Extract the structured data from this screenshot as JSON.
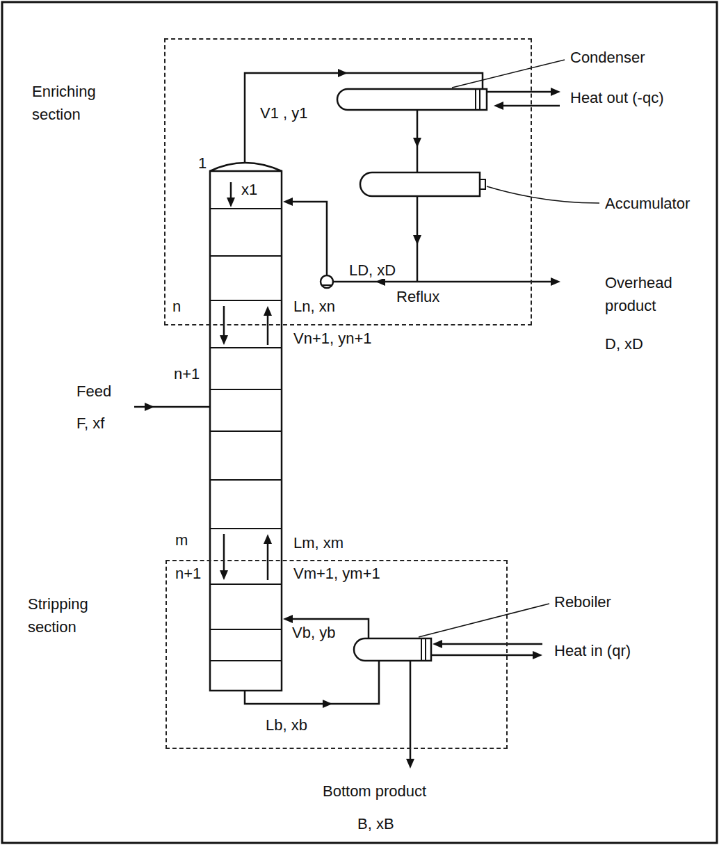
{
  "diagram": {
    "nodes": [
      {
        "text": [
          "Enriching section"
        ]
      },
      {
        "text": [
          "Stripping section"
        ]
      }
    ],
    "labels": [
      "Condenser",
      "Heat out (-qc)",
      "Accumulator",
      "V1 , y1",
      "1",
      "x1",
      "LD, xD",
      "Reflux",
      "Overhead product",
      "D, xD",
      "n",
      "Ln, xn",
      "Vn+1, yn+1",
      "n+1",
      "Feed",
      "F, xf",
      "m",
      "Lm, xm",
      "Vm+1, ym+1",
      "n+1",
      "Reboiler",
      "Heat in (qr)",
      "Vb, yb",
      "Lb, xb",
      "Bottom product",
      "B, xB"
    ]
  }
}
